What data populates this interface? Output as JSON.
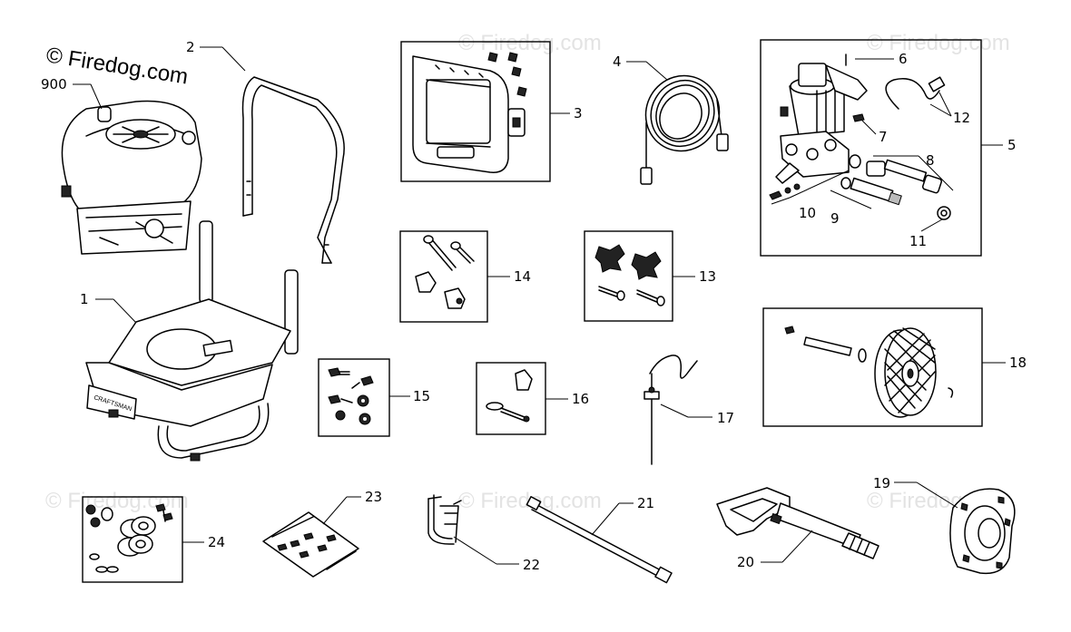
{
  "copyright": "© Firedog.com",
  "watermark": "© Firedog.com",
  "callouts": {
    "c900": "900",
    "c1": "1",
    "c2": "2",
    "c3": "3",
    "c4": "4",
    "c5": "5",
    "c6": "6",
    "c7": "7",
    "c8": "8",
    "c9": "9",
    "c10": "10",
    "c11": "11",
    "c12": "12",
    "c13": "13",
    "c14": "14",
    "c15": "15",
    "c16": "16",
    "c17": "17",
    "c18": "18",
    "c19": "19",
    "c20": "20",
    "c21": "21",
    "c22": "22",
    "c23": "23",
    "c24": "24"
  },
  "frame_label": "CRAFTSMAN"
}
